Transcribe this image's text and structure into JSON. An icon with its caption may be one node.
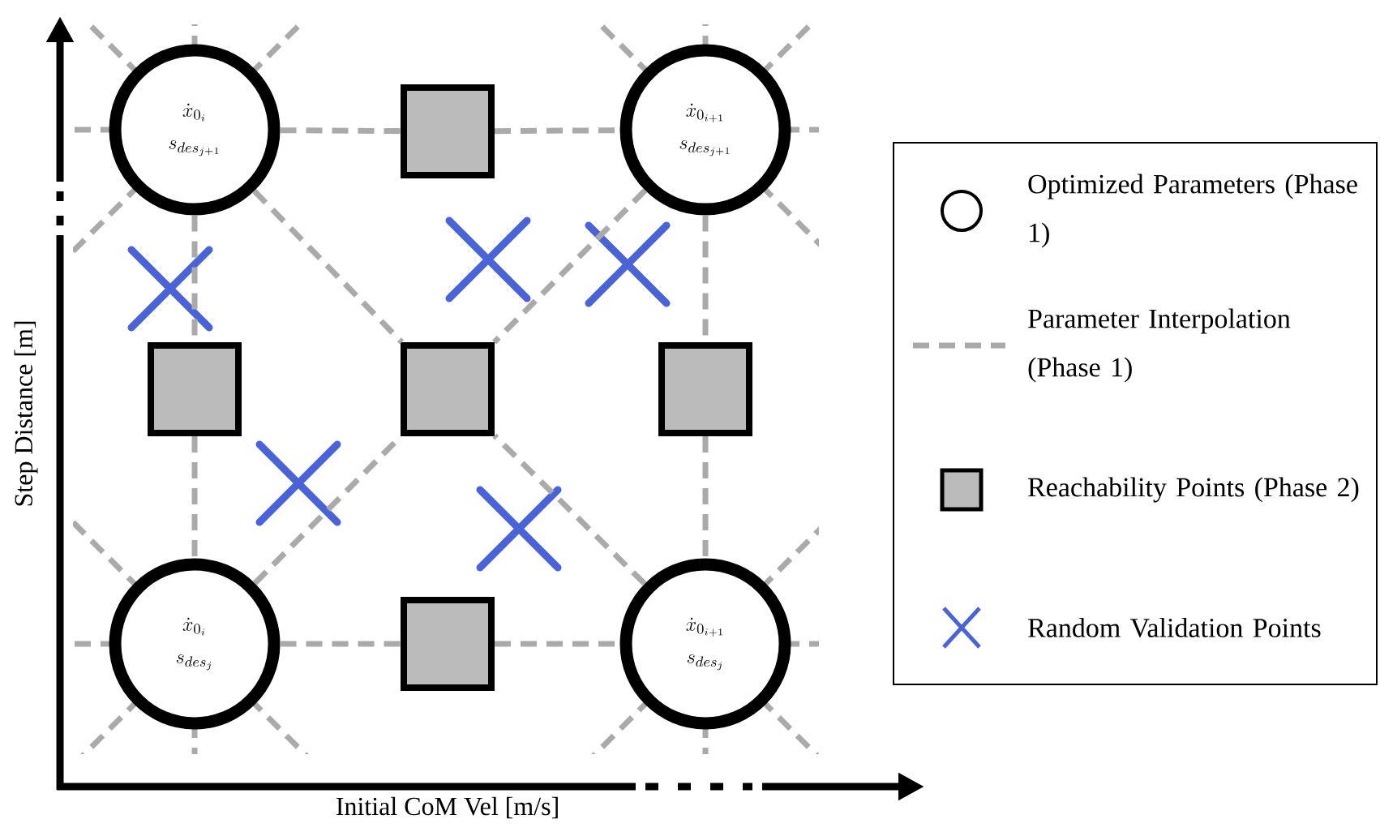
{
  "diagram": {
    "nodes": [
      {
        "text": [
          "\\dot{x}_{0_i}",
          "s_{des_{j+1}}"
        ]
      },
      {
        "text": [],
        "shape": "box"
      },
      {
        "text": [
          "\\dot{x}_{0_{i+1}}",
          "s_{des_{j+1}}"
        ]
      },
      {
        "text": [],
        "shape": "box"
      },
      {
        "text": [],
        "shape": "box"
      },
      {
        "text": [],
        "shape": "box"
      },
      {
        "text": [
          "\\dot{x}_{0_i}",
          "s_{des_j}"
        ]
      },
      {
        "text": [],
        "shape": "box"
      },
      {
        "text": [
          "\\dot{x}_{0_{i+1}}",
          "s_{des_j}"
        ]
      }
    ],
    "edges": [
      {
        "from": 0,
        "to": 1,
        "arrow": "none",
        "style": "dashed"
      },
      {
        "from": 1,
        "to": 2,
        "arrow": "none",
        "style": "dashed"
      },
      {
        "from": 0,
        "to": 3,
        "arrow": "none",
        "style": "dashed"
      },
      {
        "from": 3,
        "to": 6,
        "arrow": "none",
        "style": "dashed"
      },
      {
        "from": 2,
        "to": 5,
        "arrow": "none",
        "style": "dashed"
      },
      {
        "from": 5,
        "to": 8,
        "arrow": "none",
        "style": "dashed"
      },
      {
        "from": 6,
        "to": 7,
        "arrow": "none",
        "style": "dashed"
      },
      {
        "from": 7,
        "to": 8,
        "arrow": "none",
        "style": "dashed"
      },
      {
        "from": 0,
        "to": 4,
        "arrow": "none",
        "style": "dashed"
      },
      {
        "from": 2,
        "to": 4,
        "arrow": "none",
        "style": "dashed"
      },
      {
        "from": 6,
        "to": 4,
        "arrow": "none",
        "style": "dashed"
      },
      {
        "from": 8,
        "to": 4,
        "arrow": "none",
        "style": "dashed"
      }
    ],
    "labels": [
      "Initial CoM Vel [m/s]",
      "Step Distance [m]"
    ],
    "legend": [
      {
        "text": "Optimized Parameters (Phase 1)"
      },
      {
        "text": "Parameter Interpolation (Phase 1)"
      },
      {
        "text": "Reachability Points (Phase 2)"
      },
      {
        "text": "Random Validation Points"
      }
    ]
  }
}
